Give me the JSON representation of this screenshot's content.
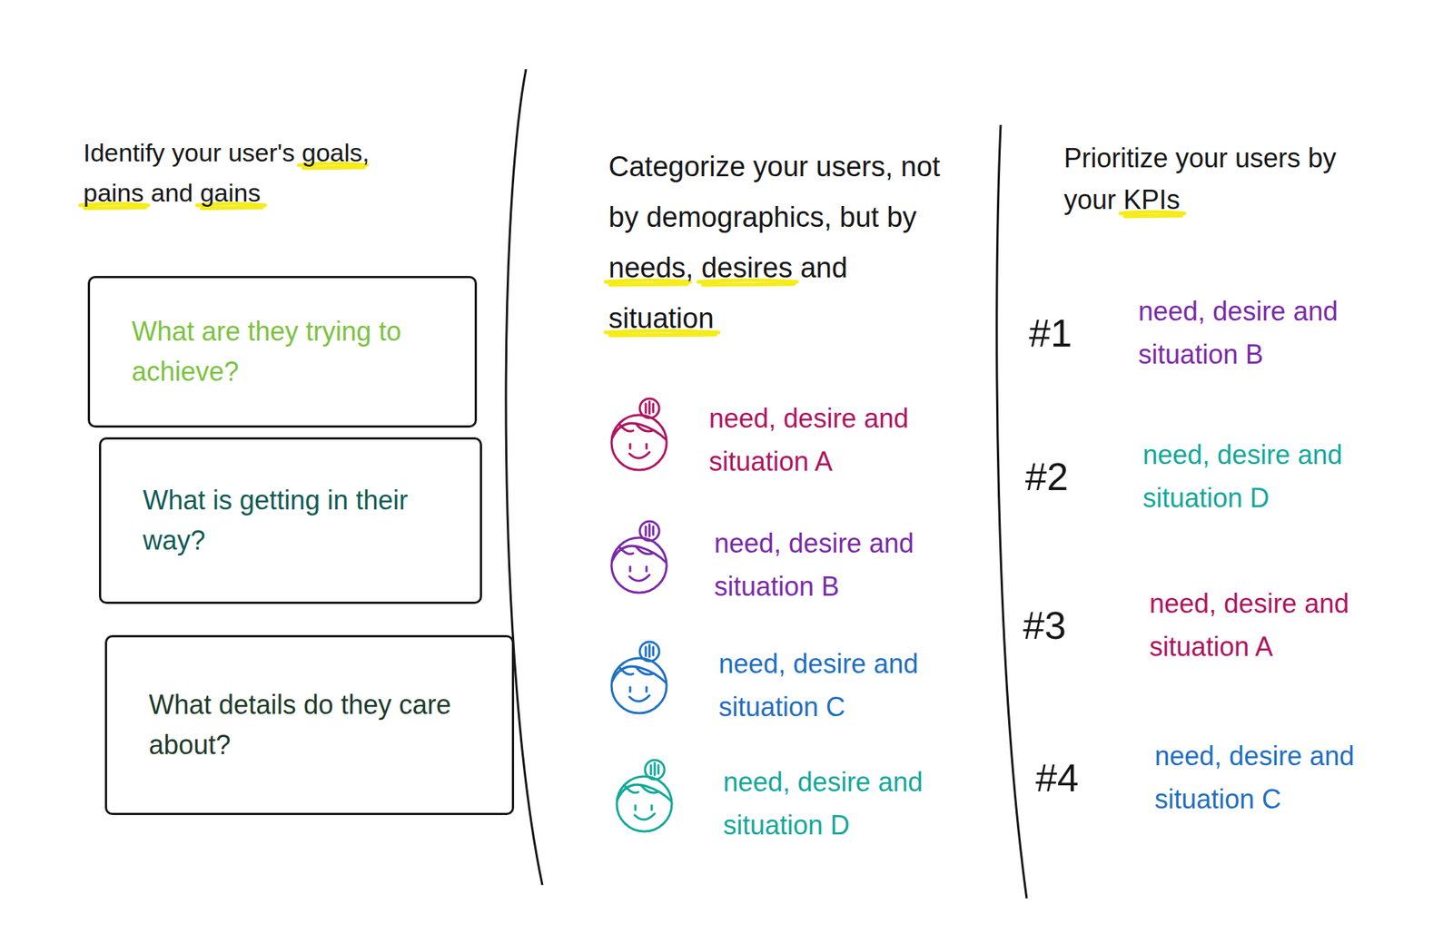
{
  "diagram": {
    "nodes": [
      {
        "text": [
          "What are they trying to achieve?"
        ]
      },
      {
        "text": [
          "What is getting in their way?"
        ]
      },
      {
        "text": [
          "What details do they care about?"
        ]
      }
    ],
    "labels": [
      "Identify your user's goals, pains and gains",
      "Categorize your users, not by demographics, but by needs, desires and situation",
      "need, desire and situation A",
      "need, desire and situation B",
      "need, desire and situation C",
      "need, desire and situation D",
      "Prioritize your users by your KPIs",
      "#1",
      "need, desire and situation B",
      "#2",
      "need, desire and situation D",
      "#3",
      "need, desire and situation A",
      "#4",
      "need, desire and situation C"
    ]
  }
}
